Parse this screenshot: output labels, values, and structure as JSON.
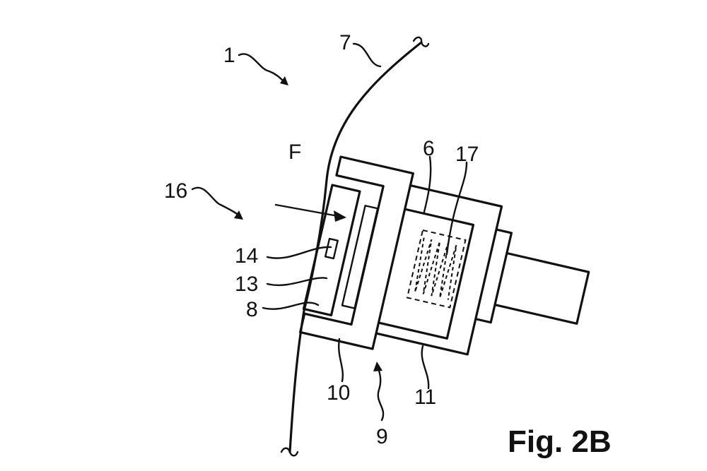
{
  "diagram": {
    "figure_label": "Fig. 2B",
    "reference_numerals": {
      "n1": "1",
      "n6": "6",
      "n7": "7",
      "n8": "8",
      "n9": "9",
      "n10": "10",
      "n11": "11",
      "n13": "13",
      "n14": "14",
      "n16": "16",
      "n17": "17",
      "force": "F"
    },
    "colors": {
      "ink": "#111111",
      "background": "#ffffff"
    }
  }
}
